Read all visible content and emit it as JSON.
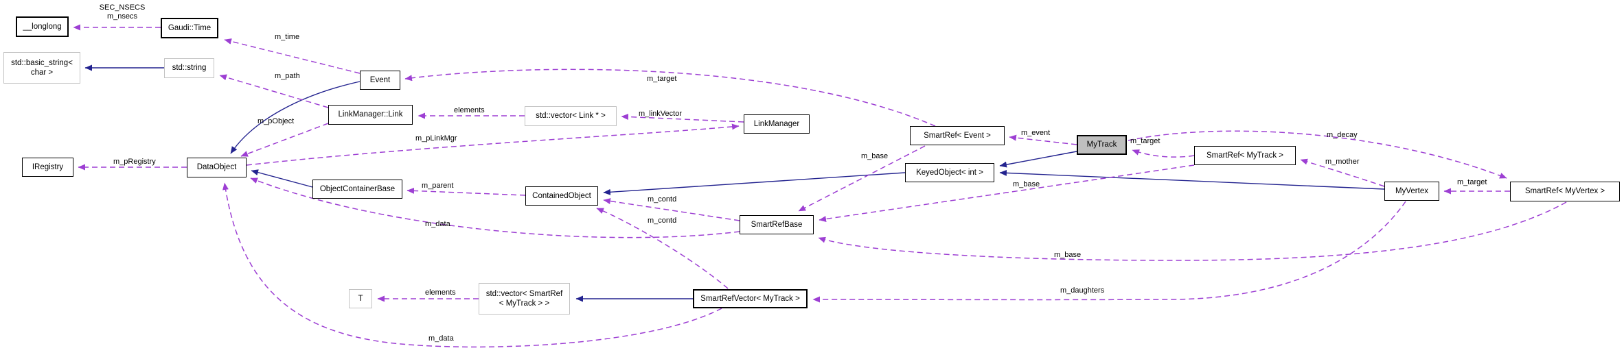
{
  "diagram": {
    "type": "doxygen-collaboration-graph",
    "highlighted_node": "MyTrack"
  },
  "colors": {
    "background": "#ffffff",
    "inheritance_edge": "#23238f",
    "usage_edge": "#9d3fd3",
    "node_border": "#000000",
    "template_node_border": "#c2c2c2",
    "highlight_fill": "#bfbfbf",
    "text": "#000000"
  },
  "nodes": [
    {
      "id": "longlong",
      "label": "__longlong"
    },
    {
      "id": "gaudi-time",
      "label": "Gaudi::Time"
    },
    {
      "id": "basic-string",
      "label": "std::basic_string<\nchar >"
    },
    {
      "id": "std-string",
      "label": "std::string"
    },
    {
      "id": "event",
      "label": "Event"
    },
    {
      "id": "linkmanager-link",
      "label": "LinkManager::Link"
    },
    {
      "id": "vector-link",
      "label": "std::vector< Link * >"
    },
    {
      "id": "linkmanager",
      "label": "LinkManager"
    },
    {
      "id": "smartref-event",
      "label": "SmartRef< Event >"
    },
    {
      "id": "mytrack",
      "label": "MyTrack"
    },
    {
      "id": "smartref-mytrack",
      "label": "SmartRef< MyTrack >"
    },
    {
      "id": "keyedobject-int",
      "label": "KeyedObject< int >"
    },
    {
      "id": "myvertex",
      "label": "MyVertex"
    },
    {
      "id": "smartref-myvertex",
      "label": "SmartRef< MyVertex >"
    },
    {
      "id": "iregistry",
      "label": "IRegistry"
    },
    {
      "id": "dataobject",
      "label": "DataObject"
    },
    {
      "id": "objectcontainerbase",
      "label": "ObjectContainerBase"
    },
    {
      "id": "containedobject",
      "label": "ContainedObject"
    },
    {
      "id": "smartrefbase",
      "label": "SmartRefBase"
    },
    {
      "id": "t",
      "label": "T"
    },
    {
      "id": "vector-smartref",
      "label": "std::vector< SmartRef\n< MyTrack > >"
    },
    {
      "id": "smartrefvector-mytrack",
      "label": "SmartRefVector< MyTrack >"
    }
  ],
  "edge_labels": [
    {
      "id": "sec-nsecs",
      "text": "SEC_NSECS\nm_nsecs"
    },
    {
      "id": "m-time",
      "text": "m_time"
    },
    {
      "id": "m-path",
      "text": "m_path"
    },
    {
      "id": "m-target-event",
      "text": "m_target"
    },
    {
      "id": "elements-top",
      "text": "elements"
    },
    {
      "id": "m-linkvector",
      "text": "m_linkVector"
    },
    {
      "id": "m-plinkmgr",
      "text": "m_pLinkMgr"
    },
    {
      "id": "m-pobject",
      "text": "m_pObject"
    },
    {
      "id": "m-pregistry",
      "text": "m_pRegistry"
    },
    {
      "id": "m-parent",
      "text": "m_parent"
    },
    {
      "id": "m-contd-1",
      "text": "m_contd"
    },
    {
      "id": "m-contd-2",
      "text": "m_contd"
    },
    {
      "id": "m-data-1",
      "text": "m_data"
    },
    {
      "id": "m-data-2",
      "text": "m_data"
    },
    {
      "id": "m-event",
      "text": "m_event"
    },
    {
      "id": "m-target-mytrack",
      "text": "m_target"
    },
    {
      "id": "m-base-1",
      "text": "m_base"
    },
    {
      "id": "m-base-2",
      "text": "m_base"
    },
    {
      "id": "m-base-3",
      "text": "m_base"
    },
    {
      "id": "m-decay",
      "text": "m_decay"
    },
    {
      "id": "m-mother",
      "text": "m_mother"
    },
    {
      "id": "m-target-myvertex",
      "text": "m_target"
    },
    {
      "id": "m-daughters",
      "text": "m_daughters"
    },
    {
      "id": "elements-bottom",
      "text": "elements"
    }
  ]
}
